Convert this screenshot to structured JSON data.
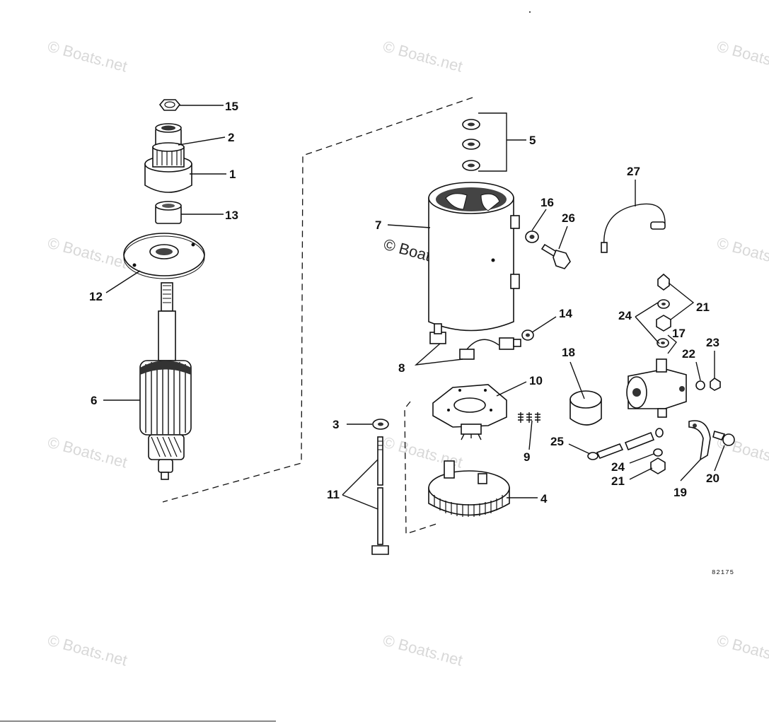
{
  "watermark": "© Boats.net",
  "diagram_code": "82175",
  "callouts": {
    "c1": "1",
    "c2": "2",
    "c3": "3",
    "c4": "4",
    "c5": "5",
    "c6": "6",
    "c7": "7",
    "c8": "8",
    "c9": "9",
    "c10": "10",
    "c11": "11",
    "c12": "12",
    "c13": "13",
    "c14": "14",
    "c15": "15",
    "c16": "16",
    "c17": "17",
    "c18": "18",
    "c19": "19",
    "c20": "20",
    "c21a": "21",
    "c21b": "21",
    "c22": "22",
    "c23": "23",
    "c24a": "24",
    "c24b": "24",
    "c25": "25",
    "c26": "26",
    "c27": "27"
  }
}
